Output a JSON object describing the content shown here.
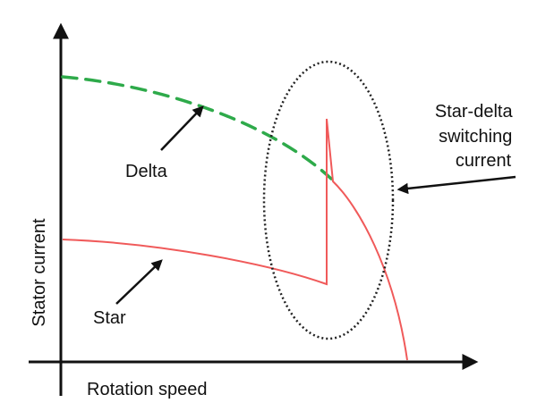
{
  "labels": {
    "x_axis": "Rotation speed",
    "y_axis": "Stator current",
    "delta": "Delta",
    "star": "Star",
    "switching": [
      "Star-delta",
      "switching",
      "current"
    ]
  },
  "colors": {
    "delta_curve": "#2eaa4a",
    "star_curve": "#f05a5a",
    "axes": "#111111",
    "ellipse": "#222222"
  }
}
